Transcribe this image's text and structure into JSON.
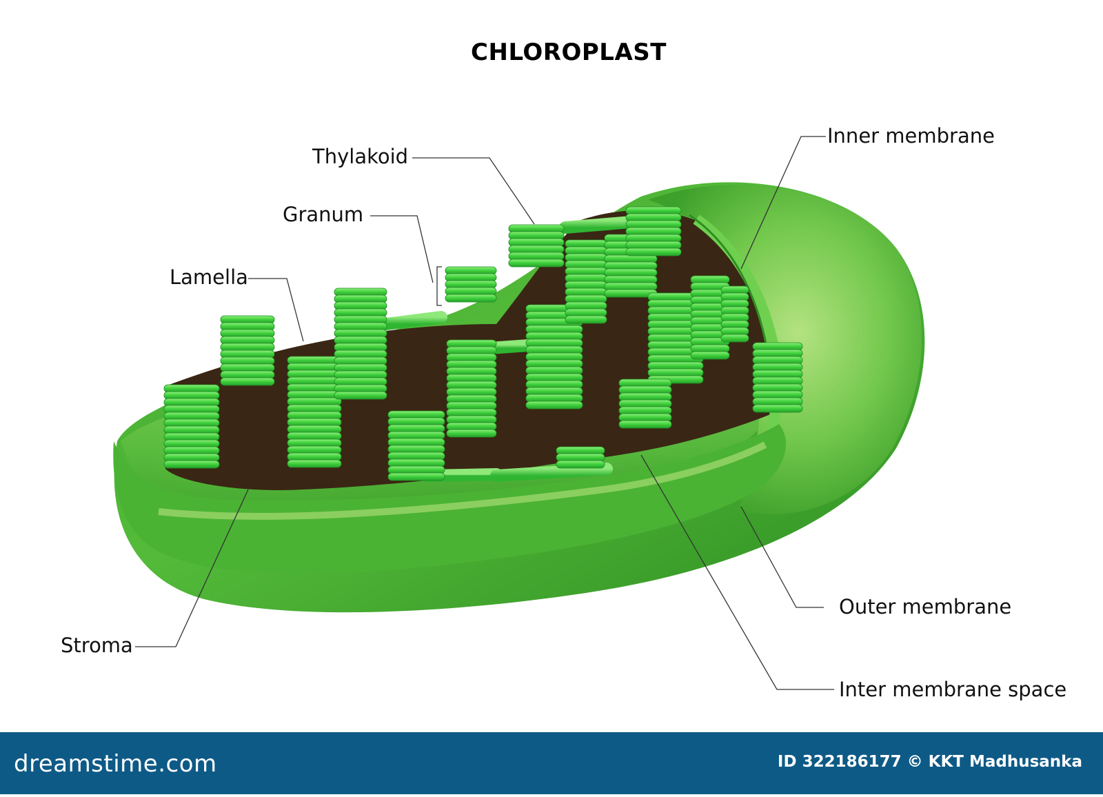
{
  "title": "CHLOROPLAST",
  "labels": {
    "thylakoid": "Thylakoid",
    "granum": "Granum",
    "lamella": "Lamella",
    "stroma": "Stroma",
    "inner_membrane": "Inner membrane",
    "outer_membrane": "Outer membrane",
    "inter_membrane_space": "Inter membrane space"
  },
  "footer": {
    "brand": "dreamstime.com",
    "credit": "ID 322186177 © KKT Madhusanka"
  },
  "colors": {
    "membrane_green": "#52b838",
    "membrane_light": "#b3e07f",
    "membrane_dark": "#2e8d22",
    "stroma_brown": "#3a2614",
    "thylakoid_green": "#4fd94a",
    "footer_blue": "#0e5a86"
  }
}
